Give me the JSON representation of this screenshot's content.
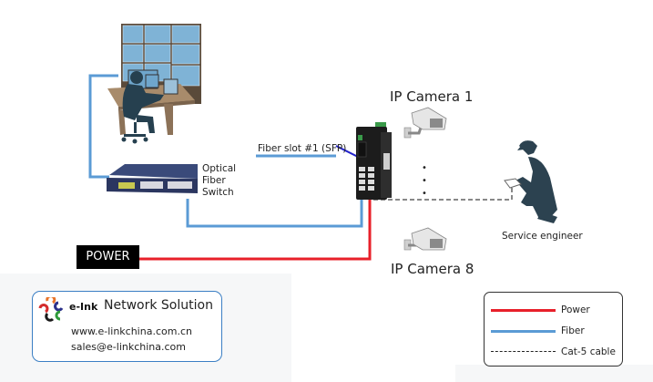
{
  "diagram": {
    "labels": {
      "optical_switch": [
        "Optical",
        "Fiber",
        "Switch"
      ],
      "fiber_slot": "Fiber slot #1 (SFP)",
      "camera_1": "IP Camera 1",
      "camera_8": "IP Camera 8",
      "service_engineer": "Service engineer",
      "power": "POWER"
    },
    "ellipsis": [
      "•",
      "•",
      "•"
    ],
    "brand": {
      "name": "e-Ink",
      "tagline": "Network Solution",
      "website": "www.e-linkchina.com.cn",
      "email": "sales@e-linkchina.com",
      "logo_colors": [
        "#e8742a",
        "#2a2f8a",
        "#d42b2b",
        "#1a1a1a",
        "#2e9a3a"
      ]
    },
    "legend": {
      "items": [
        {
          "label": "Power",
          "style": "solid",
          "color": "#e8202a"
        },
        {
          "label": "Fiber",
          "style": "solid",
          "color": "#5b9bd5"
        },
        {
          "label": "Cat-5 cable",
          "style": "dashed",
          "color": "#222222"
        }
      ]
    },
    "colors": {
      "power_line": "#e8202a",
      "fiber_line": "#5b9bd5",
      "sfp_link": "#2222cc",
      "cat5_line": "#888888",
      "silhouette": "#2c3e4c",
      "brand_border": "#3b7fc4"
    }
  }
}
